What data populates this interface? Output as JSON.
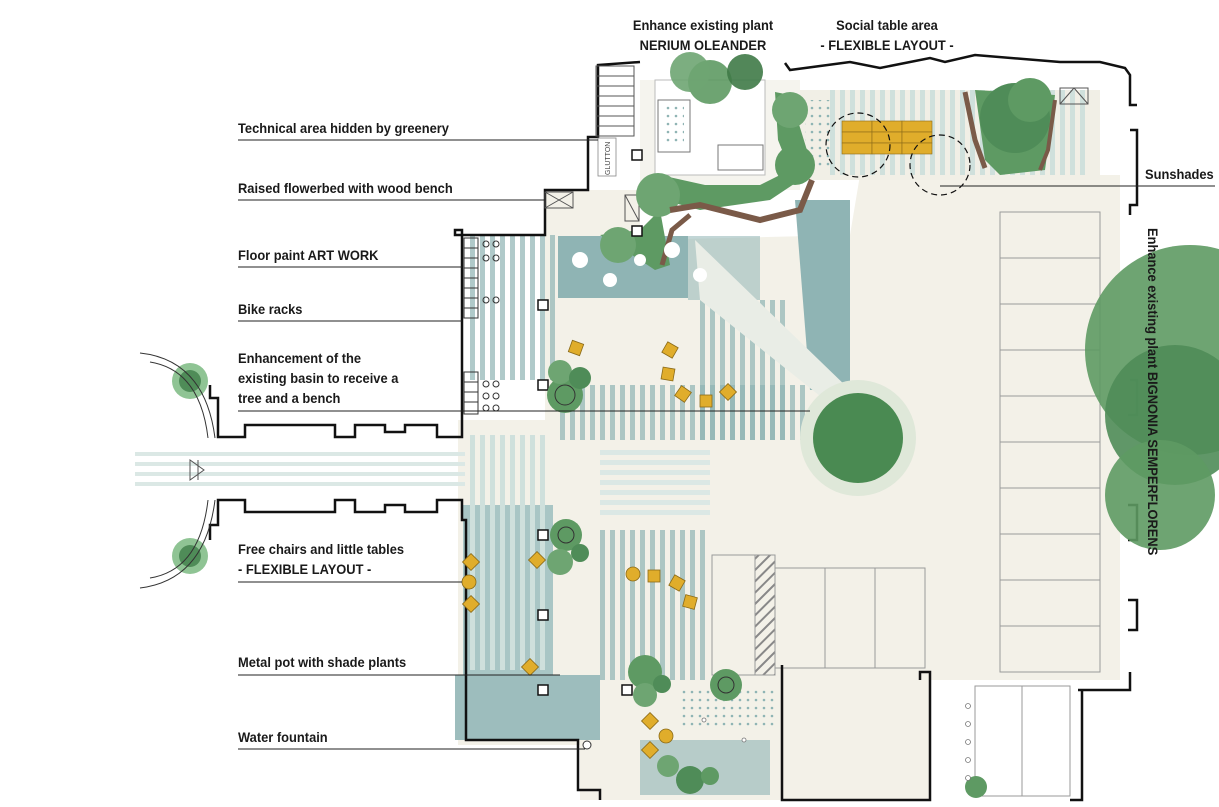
{
  "labels": {
    "technical_area": "Technical area hidden by greenery",
    "raised_flowerbed": "Raised flowerbed with wood bench",
    "floor_paint": "Floor paint ART WORK",
    "bike_racks": "Bike racks",
    "basin_line1": "Enhancement of the",
    "basin_line2": "existing basin to receive a",
    "basin_line3": "tree and a bench",
    "free_chairs_line1": "Free chairs and little tables",
    "free_chairs_line2": "- FLEXIBLE LAYOUT -",
    "metal_pot": "Metal pot with shade plants",
    "water_fountain": "Water fountain",
    "enhance_nerium_line1": "Enhance existing plant",
    "enhance_nerium_line2": "NERIUM OLEANDER",
    "social_table_line1": "Social table area",
    "social_table_line2": "- FLEXIBLE LAYOUT -",
    "sunshades": "Sunshades",
    "enhance_bignonia": "Enhance existing plant BIGNONIA SEMPERFLORENS",
    "glutton": "GLUTTON"
  },
  "colors": {
    "teal_paint": "#8fb4b4",
    "teal_dark": "#6f9c9c",
    "light_stripe": "#dfe9e7",
    "cream_floor": "#f3f1e8",
    "tree_green": "#5e9a63",
    "tree_dark": "#3f7a47",
    "chair_yellow": "#e0ad2b",
    "wood_brown": "#7a5a48",
    "wall": "#111111"
  }
}
